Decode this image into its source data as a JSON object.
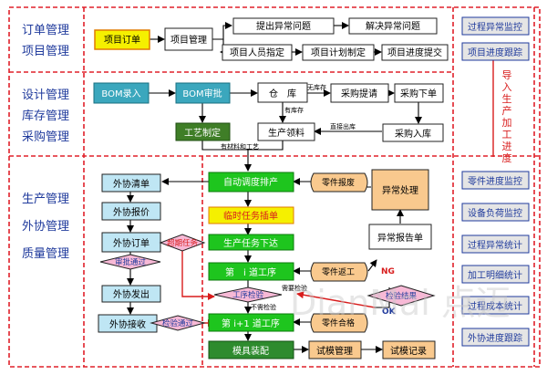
{
  "left": {
    "r1": [
      "订单管理",
      "项目管理"
    ],
    "r2": [
      "设计管理",
      "库存管理",
      "采购管理"
    ],
    "r3": [
      "生产管理",
      "外协管理",
      "质量管理"
    ]
  },
  "nodes": {
    "order": "项目订单",
    "pm": "项目管理",
    "raise_issue": "提出异常问题",
    "solve_issue": "解决异常问题",
    "staff": "项目人员指定",
    "plan": "项目计划制定",
    "progress_submit": "项目进度提交",
    "bom_in": "BOM录入",
    "bom_audit": "BOM审批",
    "warehouse": "仓　库",
    "purchase_req": "采购提请",
    "purchase_order": "采购下单",
    "process": "工艺制定",
    "prod_pick": "生产领料",
    "purchase_in": "采购入库",
    "out_list": "外协清单",
    "out_quote": "外协报价",
    "out_order": "外协订单",
    "out_send": "外协发出",
    "out_receive": "外协接收",
    "auto_sched": "自动调度排产",
    "temp_task": "临时任务插单",
    "issue_task": "生产任务下达",
    "proc_i": "第　i 道工序",
    "proc_i1": "第 i+1 道工序",
    "mold": "模具装配",
    "trial_mgmt": "试模管理",
    "trial_rec": "试模记录",
    "abn_handle": "异常处理",
    "abn_report": "异常报告单",
    "part_report": "零件报废",
    "part_rework": "零件返工",
    "part_ok": "零件合格",
    "exceed": "超期任务",
    "audit_pass": "审批通过",
    "inspect_pass": "检验通过",
    "proc_inspect": "工序检验",
    "inspect_result": "检验结果"
  },
  "right": {
    "top": [
      "过程异常监控",
      "项目进度跟踪"
    ],
    "vertical": "导入生产加工进度",
    "bottom": [
      "零件进度监控",
      "设备负荷监控",
      "过程异常统计",
      "加工明细统计",
      "过程成本统计",
      "外协进度跟踪"
    ]
  },
  "labels": {
    "no_stock": "无库存",
    "has_stock": "有库存",
    "direct_out": "直接出库",
    "material_process": "有材料和工艺",
    "need_inspect": "需要检验",
    "no_inspect": "不需检验",
    "ng": "NG",
    "ok": "OK"
  },
  "watermark": "DianMai 点迈",
  "colors": {
    "frame_red": "#e0202a",
    "title_blue": "#1f3a9c",
    "teal": "#3ba7bd",
    "green": "#1ec51e",
    "dark_green": "#2e8b2e",
    "olive": "#3f7e27",
    "yellow": "#f5f000",
    "orange": "#f9c98e",
    "pink": "#f7b9d6",
    "light_blue": "#bfe6f4",
    "grey_box": "#e5e5e5"
  }
}
